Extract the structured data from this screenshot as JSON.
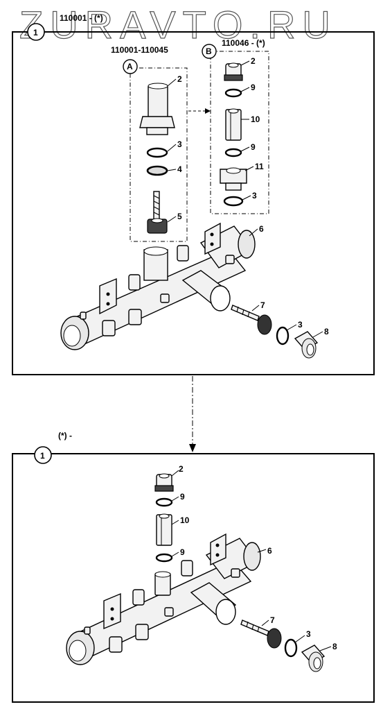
{
  "watermark": "ZURAVTO.RU",
  "top_header": "110001 - (*)",
  "bottom_header": "(*) -",
  "group_a": {
    "letter": "A",
    "title": "110001-110045"
  },
  "group_b": {
    "letter": "B",
    "title": "110046 - (*)"
  },
  "assembly_number": "1",
  "labels": {
    "p2": "2",
    "p3": "3",
    "p4": "4",
    "p5": "5",
    "p6": "6",
    "p7": "7",
    "p8": "8",
    "p9": "9",
    "p10": "10",
    "p11": "11"
  }
}
